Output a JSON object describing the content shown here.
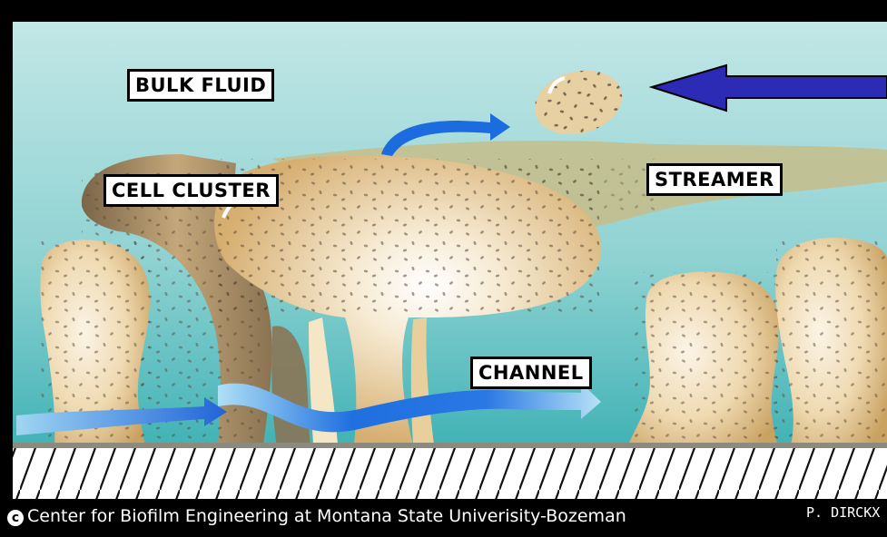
{
  "labels": {
    "bulk_fluid": "BULK FLUID",
    "cell_cluster": "CELL CLUSTER",
    "streamer": "STREAMER",
    "channel": "CHANNEL"
  },
  "caption": {
    "copyright_symbol": "c",
    "text": "Center for Biofilm Engineering at Montana State Univerisity-Bozeman",
    "artist": "P. DIRCKX"
  },
  "colors": {
    "fluid_top": "#bfe6e6",
    "fluid_bottom": "#3fb3b5",
    "biofilm": "#d9b377",
    "biofilm_light": "#f7ecd6",
    "flow_arrow": "#1a5fd6",
    "pointer_arrow": "#2b2bb5",
    "substratum": "#ffffff"
  }
}
